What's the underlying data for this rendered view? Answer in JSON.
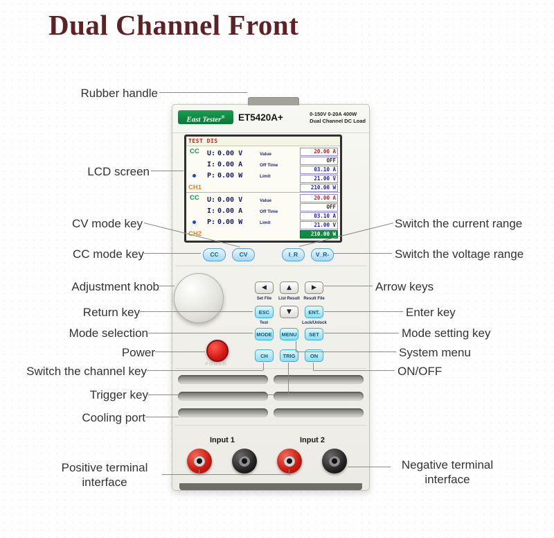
{
  "title": "Dual Channel Front",
  "device": {
    "brand": "East Tester",
    "brand_reg": "®",
    "model": "ET5420A+",
    "spec_line1": "0-150V 0-20A 400W",
    "spec_line2": "Dual Channel DC Load",
    "screen": {
      "header": "TEST DIS",
      "channels": [
        {
          "mode": "CC",
          "name": "CH1",
          "rows": [
            {
              "k": "U:",
              "v": "0.00 V"
            },
            {
              "k": "I:",
              "v": "0.00 A"
            },
            {
              "k": "P:",
              "v": "0.00 W"
            }
          ],
          "field_labels": [
            "Value",
            "Off Time",
            "Limit"
          ],
          "values": [
            "20.00 A",
            "OFF",
            "03.10 A",
            "21.00 V",
            "210.00 W"
          ]
        },
        {
          "mode": "CC",
          "name": "CH2",
          "rows": [
            {
              "k": "U:",
              "v": "0.00 V"
            },
            {
              "k": "I:",
              "v": "0.00 A"
            },
            {
              "k": "P:",
              "v": "0.00 W"
            }
          ],
          "field_labels": [
            "Value",
            "Off Time",
            "Limit"
          ],
          "values": [
            "20.00 A",
            "OFF",
            "03.10 A",
            "21.00 V",
            "210.00 W"
          ]
        }
      ]
    },
    "mode_keys": [
      "CC",
      "CV",
      "I_R",
      "V_R-"
    ],
    "arrows": {
      "left": "◀",
      "up": "▲",
      "right": "▶",
      "down": "▼"
    },
    "key_captions": {
      "set_file": "Set File",
      "list_result": "List Result",
      "result_file": "Result File",
      "test": "Test",
      "lock": "Lock/Unlock"
    },
    "keys": {
      "esc": "ESC",
      "ent": "ENT.",
      "mode": "MODE",
      "menu": "MENU",
      "set": "SET",
      "ch": "CH",
      "trig": "TRIG",
      "on": "ON"
    },
    "power_print": "POWER",
    "input_labels": [
      "Input 1",
      "Input 2"
    ]
  },
  "callouts": {
    "left": [
      {
        "label": "Rubber handle"
      },
      {
        "label": "LCD screen"
      },
      {
        "label": "CV mode key"
      },
      {
        "label": "CC mode key"
      },
      {
        "label": "Adjustment knob"
      },
      {
        "label": "Return key"
      },
      {
        "label": "Mode selection"
      },
      {
        "label": "Power"
      },
      {
        "label": "Switch the channel key"
      },
      {
        "label": "Trigger key"
      },
      {
        "label": "Cooling port"
      },
      {
        "label": "Positive terminal interface"
      }
    ],
    "right": [
      {
        "label": "Switch the current range"
      },
      {
        "label": "Switch the voltage range"
      },
      {
        "label": "Arrow keys"
      },
      {
        "label": "Enter key"
      },
      {
        "label": "Mode setting key"
      },
      {
        "label": "System menu"
      },
      {
        "label": "ON/OFF"
      },
      {
        "label": "Negative terminal interface"
      }
    ]
  }
}
